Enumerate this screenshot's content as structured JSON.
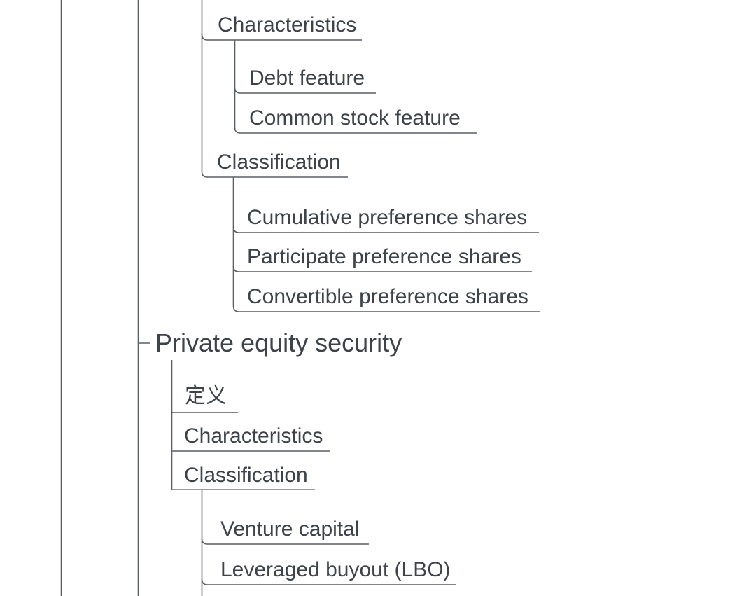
{
  "canvas": {
    "background_color": "#ffffff",
    "line_color": "#5a5f66",
    "text_color": "#3e434a"
  },
  "mindmap": {
    "preference_branch": {
      "children": [
        {
          "label": "Characteristics",
          "children": [
            {
              "label": "Debt feature"
            },
            {
              "label": "Common stock feature"
            }
          ]
        },
        {
          "label": "Classification",
          "children": [
            {
              "label": "Cumulative preference shares"
            },
            {
              "label": "Participate preference shares"
            },
            {
              "label": "Convertible preference shares"
            }
          ]
        }
      ]
    },
    "private_equity": {
      "label": "Private equity security",
      "children": [
        {
          "label": "定义"
        },
        {
          "label": "Characteristics"
        },
        {
          "label": "Classification",
          "children": [
            {
              "label": "Venture capital"
            },
            {
              "label": "Leveraged buyout (LBO)"
            }
          ]
        }
      ]
    }
  }
}
